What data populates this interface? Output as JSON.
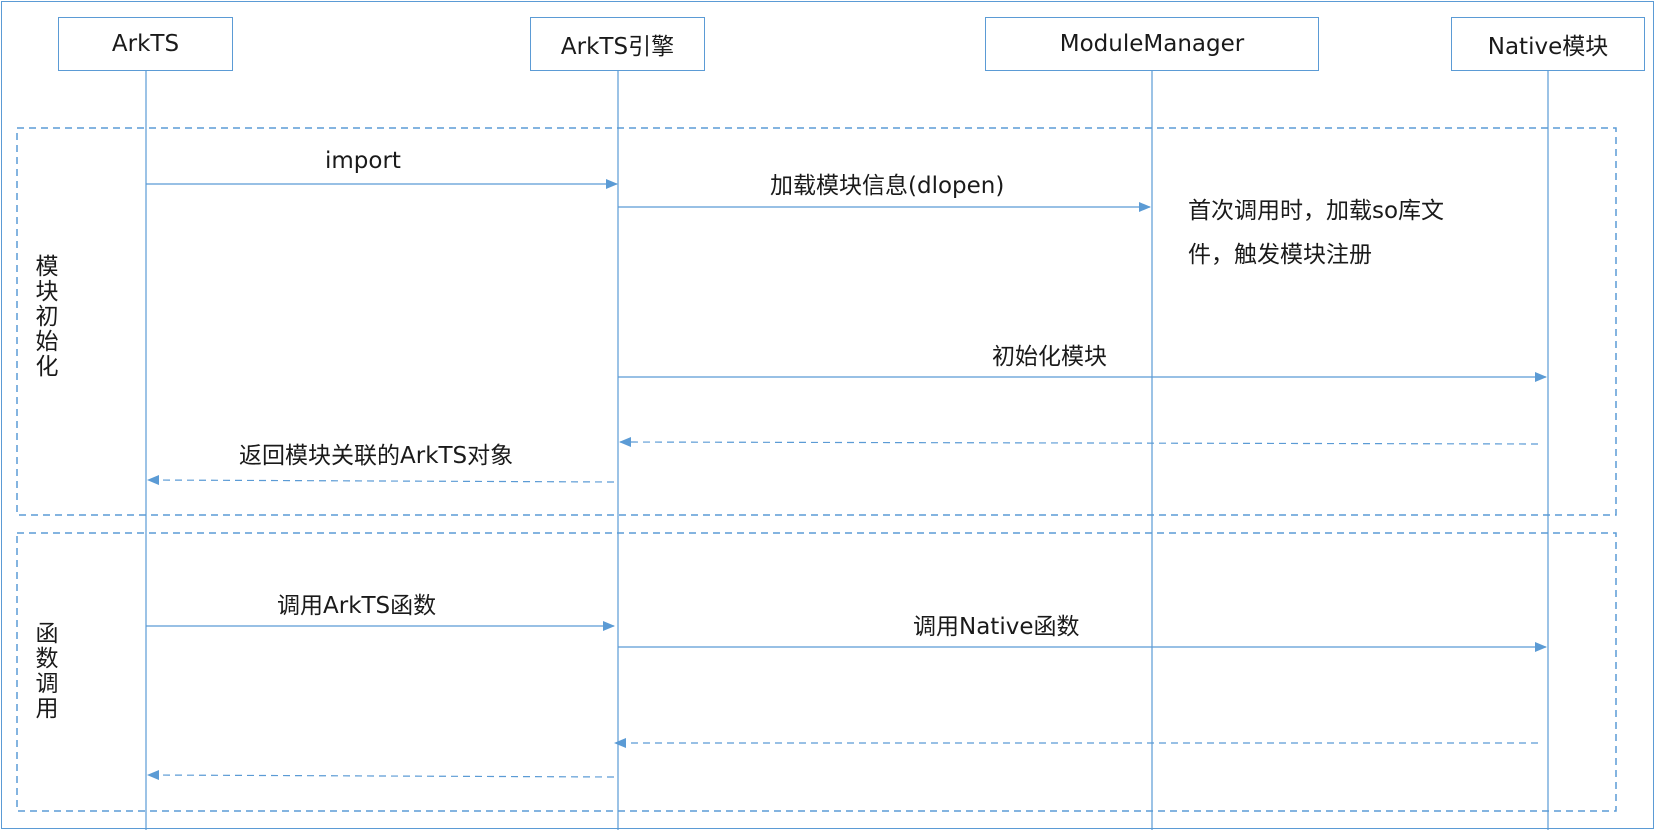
{
  "actors": [
    "ArkTS",
    "ArkTS引擎",
    "ModuleManager",
    "Native模块"
  ],
  "groups": [
    {
      "label": "模块初始化"
    },
    {
      "label": "函数调用"
    }
  ],
  "messages": [
    "import",
    "加载模块信息(dlopen)",
    "初始化模块",
    "",
    "返回模块关联的ArkTS对象",
    "调用ArkTS函数",
    "调用Native函数",
    "",
    ""
  ],
  "note": {
    "line1": "首次调用时，加载so库文",
    "line2": "件，触发模块注册"
  },
  "colors": {
    "line": "#5b9bd5",
    "text": "#1a1a1a"
  }
}
